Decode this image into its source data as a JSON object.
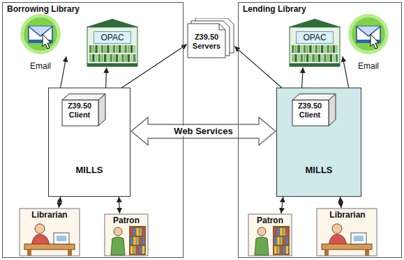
{
  "diagram": {
    "nodes": [
      {
        "text": [
          "Borrowing Library"
        ]
      },
      {
        "text": [
          "Email"
        ],
        "in": 0
      },
      {
        "text": [
          "OPAC"
        ],
        "in": 0
      },
      {
        "text": [
          "MILLS"
        ],
        "in": 0
      },
      {
        "text": [
          "Z39.50 Client"
        ],
        "in": 3
      },
      {
        "text": [
          "Librarian"
        ],
        "in": 0
      },
      {
        "text": [
          "Patron"
        ],
        "in": 0
      },
      {
        "text": [
          "Z39.50 Servers"
        ]
      },
      {
        "text": [
          "Lending Library"
        ]
      },
      {
        "text": [
          "OPAC"
        ],
        "in": 8
      },
      {
        "text": [
          "Email"
        ],
        "in": 8
      },
      {
        "text": [
          "MILLS"
        ],
        "in": 8
      },
      {
        "text": [
          "Z39.50 Client"
        ],
        "in": 11
      },
      {
        "text": [
          "Patron"
        ],
        "in": 8
      },
      {
        "text": [
          "Librarian"
        ],
        "in": 8
      }
    ],
    "edges": [
      {
        "from": 3,
        "to": 1,
        "arrow": "to"
      },
      {
        "from": 3,
        "to": 2,
        "arrow": "to"
      },
      {
        "from": 4,
        "to": 7,
        "arrow": "both"
      },
      {
        "from": 3,
        "to": 11,
        "label": "Web Services",
        "arrow": "both"
      },
      {
        "from": 5,
        "to": 3,
        "arrow": "both"
      },
      {
        "from": 6,
        "to": 3,
        "arrow": "both"
      },
      {
        "from": 11,
        "to": 9,
        "arrow": "to"
      },
      {
        "from": 11,
        "to": 10,
        "arrow": "to"
      },
      {
        "from": 12,
        "to": 7,
        "arrow": "both"
      },
      {
        "from": 13,
        "to": 11,
        "arrow": "both"
      },
      {
        "from": 14,
        "to": 11,
        "arrow": "both"
      }
    ]
  }
}
